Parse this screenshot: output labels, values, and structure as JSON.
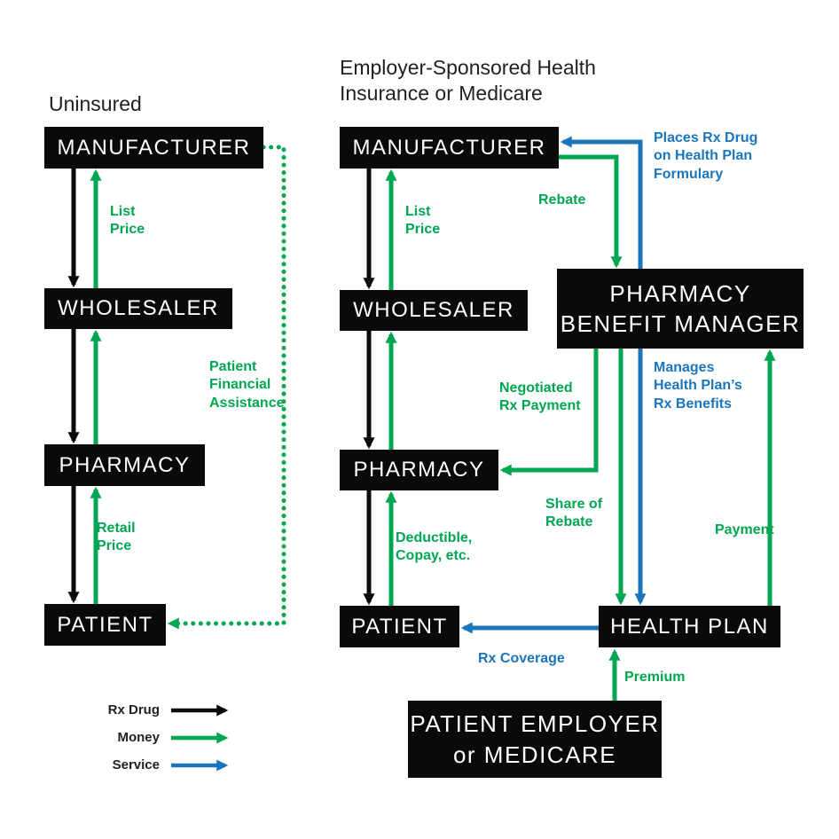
{
  "colors": {
    "rx_drug": "#0a0a0a",
    "money": "#00a651",
    "service": "#1b75bc",
    "box_background": "#0a0a0a",
    "box_text": "#ffffff"
  },
  "left_diagram": {
    "title": "Uninsured",
    "boxes": {
      "manufacturer": "MANUFACTURER",
      "wholesaler": "WHOLESALER",
      "pharmacy": "PHARMACY",
      "patient": "PATIENT"
    },
    "flow_labels": {
      "list_price": "List\nPrice",
      "retail_price": "Retail\nPrice",
      "patient_financial_assistance": "Patient\nFinancial\nAssistance"
    }
  },
  "right_diagram": {
    "title": "Employer-Sponsored Health\nInsurance or Medicare",
    "boxes": {
      "manufacturer": "MANUFACTURER",
      "wholesaler": "WHOLESALER",
      "pharmacy": "PHARMACY",
      "patient": "PATIENT",
      "pbm": "PHARMACY\nBENEFIT MANAGER",
      "health_plan": "HEALTH PLAN",
      "patient_employer": "PATIENT EMPLOYER\nor MEDICARE"
    },
    "flow_labels": {
      "list_price": "List\nPrice",
      "rebate": "Rebate",
      "places_rx_formulary": "Places Rx Drug\non Health Plan\nFormulary",
      "negotiated_rx_payment": "Negotiated\nRx Payment",
      "manages_rx_benefits": "Manages\nHealth Plan’s\nRx Benefits",
      "deductible_copay": "Deductible,\nCopay, etc.",
      "share_of_rebate": "Share of\nRebate",
      "payment": "Payment",
      "rx_coverage": "Rx Coverage",
      "premium": "Premium"
    }
  },
  "legend": {
    "items": [
      {
        "label": "Rx Drug",
        "color": "#0a0a0a"
      },
      {
        "label": "Money",
        "color": "#00a651"
      },
      {
        "label": "Service",
        "color": "#1b75bc"
      }
    ]
  }
}
